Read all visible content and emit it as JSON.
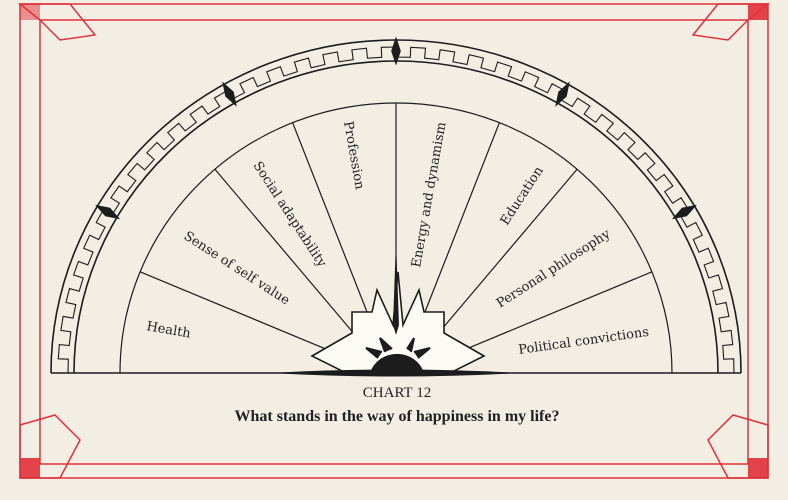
{
  "chart": {
    "segments": [
      {
        "label": "Health"
      },
      {
        "label": "Sense of self value"
      },
      {
        "label": "Social adaptability"
      },
      {
        "label": "Profession"
      },
      {
        "label": "Energy and dynamism"
      },
      {
        "label": "Education"
      },
      {
        "label": "Personal philosophy"
      },
      {
        "label": "Political convictions"
      }
    ],
    "number_label": "CHART 12",
    "question": "What stands in the way of happiness in my life?"
  },
  "colors": {
    "border": "#e0303a",
    "ink": "#1c1c1c",
    "paper": "#f2eee4"
  }
}
